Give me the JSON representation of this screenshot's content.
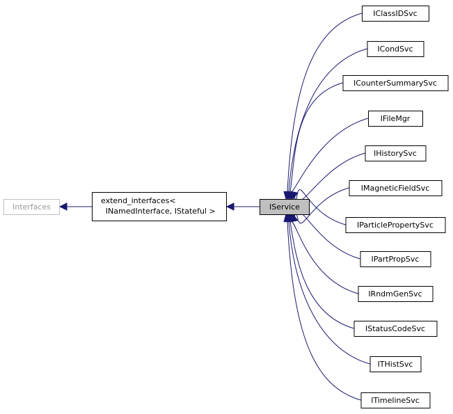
{
  "nodes": {
    "interfaces": "Interfaces",
    "extend_line1": "extend_interfaces<",
    "extend_line2": " INamedInterface, IStateful >",
    "iservice": "IService",
    "derived": [
      "IClassIDSvc",
      "ICondSvc",
      "ICounterSummarySvc",
      "IFileMgr",
      "IHistorySvc",
      "IMagneticFieldSvc",
      "IParticlePropertySvc",
      "IPartPropSvc",
      "IRndmGenSvc",
      "IStatusCodeSvc",
      "ITHistSvc",
      "ITimelineSvc"
    ]
  },
  "colors": {
    "edge": "#191970",
    "focus_fill": "#bfbfbf",
    "external_border": "#bfbfbf",
    "external_text": "#999999"
  }
}
